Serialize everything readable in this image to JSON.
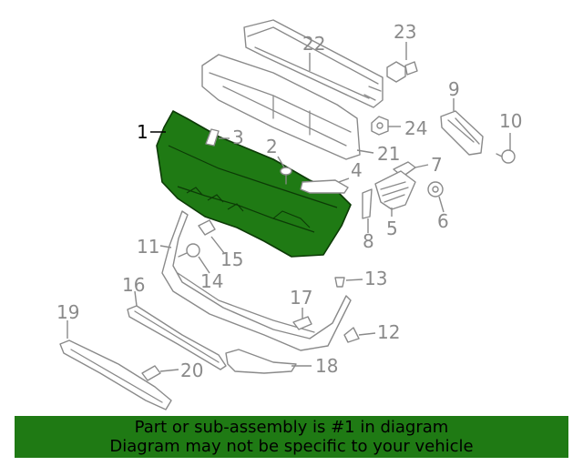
{
  "callouts": {
    "c1": "1",
    "c2": "2",
    "c3": "3",
    "c4": "4",
    "c5": "5",
    "c6": "6",
    "c7": "7",
    "c8": "8",
    "c9": "9",
    "c10": "10",
    "c11": "11",
    "c12": "12",
    "c13": "13",
    "c14": "14",
    "c15": "15",
    "c16": "16",
    "c17": "17",
    "c18": "18",
    "c19": "19",
    "c20": "20",
    "c21": "21",
    "c22": "22",
    "c23": "23",
    "c24": "24"
  },
  "banner": {
    "line1": "Part or sub-assembly is #1 in diagram",
    "line2": "Diagram may not be specific to your vehicle"
  },
  "colors": {
    "highlight": "#1f7a14",
    "line": "#8a8a8a"
  }
}
